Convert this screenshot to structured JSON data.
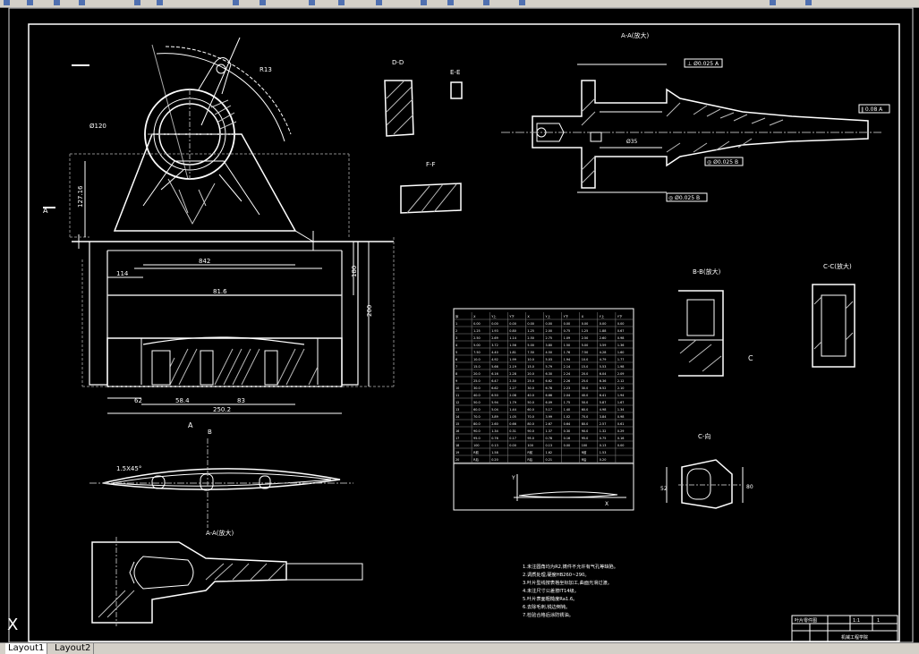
{
  "views": {
    "dd": "D-D",
    "ee": "E-E",
    "ff": "F-F",
    "aa": "A-A(放大)",
    "bb": "B-B(放大)",
    "cc": "C-C(放大)",
    "c": "C-向",
    "a_section": "A-A(放大)",
    "a_marker": "A",
    "b_marker": "B"
  },
  "dims": {
    "d1": "114",
    "d2": "842",
    "d3": "81.6",
    "d4": "250.2",
    "d5": "62",
    "d6": "83",
    "d7": "58.4",
    "d8": "200",
    "d9": "180",
    "d10": "127.16",
    "d11": "R13",
    "d12": "1.5X45°",
    "d13": "Ø35",
    "d14": "80",
    "d15": "52"
  },
  "table": {
    "headers": [
      "序",
      "X",
      "Y上",
      "Y下",
      "X",
      "Y上",
      "Y下",
      "X",
      "Y上",
      "Y下"
    ],
    "rows": [
      [
        "1",
        "0.00",
        "0.00",
        "0.00",
        "0.00",
        "0.00",
        "0.00",
        "0.00",
        "0.00",
        "0.00"
      ],
      [
        "2",
        "1.25",
        "1.93",
        "0.80",
        "1.25",
        "2.00",
        "0.75",
        "1.25",
        "1.88",
        "0.67"
      ],
      [
        "3",
        "2.50",
        "2.69",
        "1.14",
        "2.50",
        "2.75",
        "1.09",
        "2.50",
        "2.60",
        "0.98"
      ],
      [
        "4",
        "5.00",
        "3.72",
        "1.56",
        "5.00",
        "3.80",
        "1.50",
        "5.00",
        "3.59",
        "1.36"
      ],
      [
        "5",
        "7.50",
        "4.40",
        "1.81",
        "7.50",
        "4.50",
        "1.76",
        "7.50",
        "4.28",
        "1.60"
      ],
      [
        "6",
        "10.0",
        "4.92",
        "1.99",
        "10.0",
        "5.03",
        "1.94",
        "10.0",
        "4.79",
        "1.77"
      ],
      [
        "7",
        "15.0",
        "5.66",
        "2.19",
        "15.0",
        "5.79",
        "2.14",
        "15.0",
        "5.53",
        "1.98"
      ],
      [
        "8",
        "20.0",
        "6.16",
        "2.28",
        "20.0",
        "6.30",
        "2.24",
        "20.0",
        "6.04",
        "2.09"
      ],
      [
        "9",
        "25.0",
        "6.47",
        "2.30",
        "25.0",
        "6.62",
        "2.26",
        "25.0",
        "6.36",
        "2.12"
      ],
      [
        "10",
        "30.0",
        "6.62",
        "2.27",
        "30.0",
        "6.78",
        "2.23",
        "30.0",
        "6.52",
        "2.10"
      ],
      [
        "11",
        "40.0",
        "6.50",
        "2.08",
        "40.0",
        "6.66",
        "2.04",
        "40.0",
        "6.41",
        "1.94"
      ],
      [
        "12",
        "50.0",
        "5.94",
        "1.79",
        "50.0",
        "6.09",
        "1.75",
        "50.0",
        "5.87",
        "1.67"
      ],
      [
        "13",
        "60.0",
        "5.04",
        "1.44",
        "60.0",
        "5.17",
        "1.40",
        "60.0",
        "4.98",
        "1.34"
      ],
      [
        "14",
        "70.0",
        "3.89",
        "1.05",
        "70.0",
        "3.99",
        "1.02",
        "70.0",
        "3.84",
        "0.98"
      ],
      [
        "15",
        "80.0",
        "2.60",
        "0.66",
        "80.0",
        "2.67",
        "0.64",
        "80.0",
        "2.57",
        "0.61"
      ],
      [
        "16",
        "90.0",
        "1.34",
        "0.31",
        "90.0",
        "1.37",
        "0.30",
        "90.0",
        "1.32",
        "0.29"
      ],
      [
        "17",
        "95.0",
        "0.76",
        "0.17",
        "95.0",
        "0.78",
        "0.16",
        "95.0",
        "0.75",
        "0.16"
      ],
      [
        "18",
        "100",
        "0.13",
        "0.00",
        "100",
        "0.13",
        "0.00",
        "100",
        "0.13",
        "0.00"
      ],
      [
        "19",
        "R前",
        "1.58",
        "",
        "R前",
        "1.62",
        "",
        "R前",
        "1.53",
        ""
      ],
      [
        "20",
        "R后",
        "0.20",
        "",
        "R后",
        "0.21",
        "",
        "R后",
        "0.20",
        ""
      ]
    ]
  },
  "notes": [
    "1.未注圆角均为R2,铸件不允许有气孔等缺陷。",
    "2.调质处理,硬度HB260~290。",
    "3.叶片型线按表格坐标加工,曲面光滑过渡。",
    "4.未注尺寸公差按IT14级。",
    "5.叶片表面粗糙度Ra1.6。",
    "6.去除毛刺,锐边倒钝。",
    "7.检验合格后涂防锈油。"
  ],
  "title_block": {
    "name": "叶片零件图",
    "scale": "1:1",
    "sheet": "1",
    "school": "机械工程学院"
  },
  "tabs": [
    "Layout1",
    "Layout2"
  ],
  "ucs": "X"
}
